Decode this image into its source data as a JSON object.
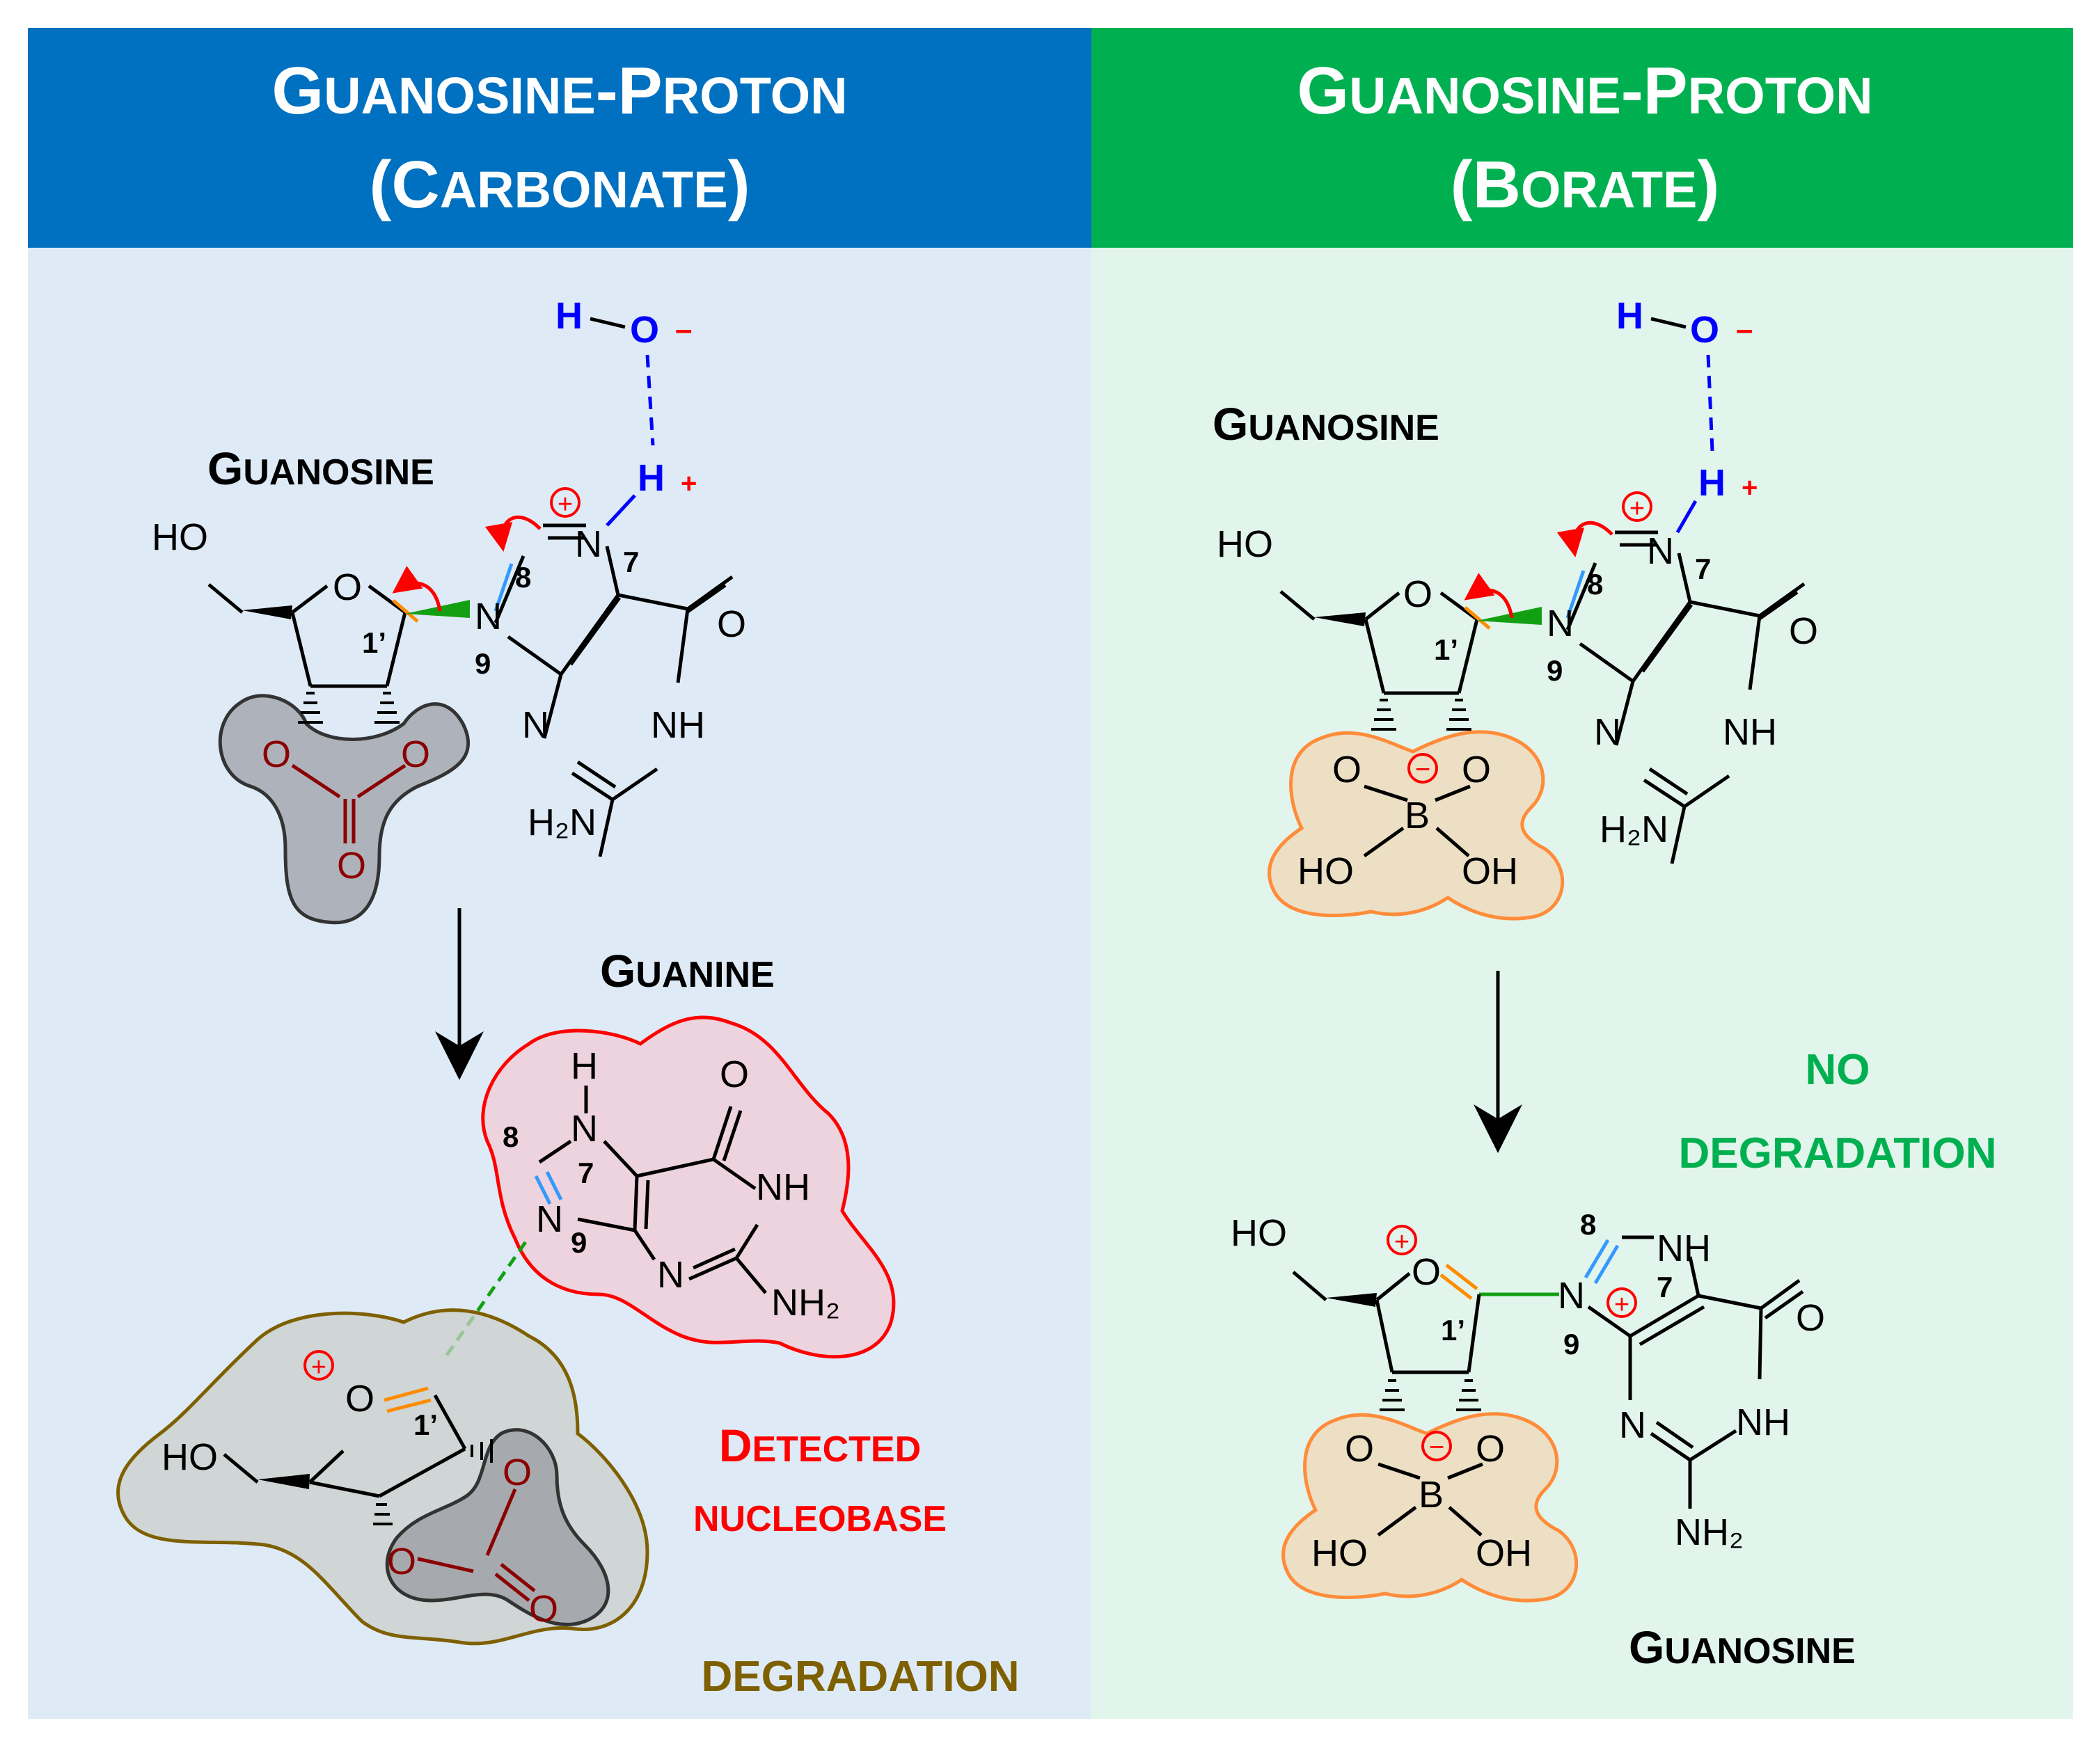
{
  "colors": {
    "left_header": "#0070c0",
    "right_header": "#00b050",
    "left_panel": "#deebf7",
    "right_panel": "#e2f5ec",
    "hydroxide": "#0000ff",
    "charge": "#ff0000",
    "carbonate": "#8b0000",
    "degradation": "#7f6000",
    "detected": "#ff0000",
    "no_degradation": "#00b050",
    "borate_outline": "#ff8c3a"
  },
  "left_header": {
    "line1_first": "G",
    "line1_rest": "UANOSINE",
    "line1_dash": "-",
    "line1_p": "P",
    "line1_rest2": "ROTON",
    "line2_open": "(",
    "line2_cap": "C",
    "line2_rest": "ARBONATE",
    "line2_close": ")"
  },
  "right_header": {
    "line1_first": "G",
    "line1_rest": "UANOSINE",
    "line1_dash": "-",
    "line1_p": "P",
    "line1_rest2": "ROTON",
    "line2_open": "(",
    "line2_cap": "B",
    "line2_rest": "ORATE",
    "line2_close": ")"
  },
  "left_panel": {
    "guanosine_cap": "G",
    "guanosine_rest": "UANOSINE",
    "guanine_cap": "G",
    "guanine_rest": "UANINE",
    "detected_cap": "D",
    "detected_rest": "ETECTED",
    "nucleobase": "NUCLEOBASE",
    "degradation": "DEGRADATION"
  },
  "right_panel": {
    "guanosine_cap": "G",
    "guanosine_rest": "UANOSINE",
    "no": "NO",
    "degradation": "DEGRADATION",
    "guanosine2_cap": "G",
    "guanosine2_rest": "UANOSINE"
  },
  "atoms": {
    "H": "H",
    "O": "O",
    "N": "N",
    "NH": "NH",
    "HO": "HO",
    "OH": "OH",
    "B": "B",
    "H2N": "H₂N",
    "NH2": "NH₂",
    "minus": "–",
    "plus": "+",
    "charge_plus": "+",
    "charge_minus": "−"
  },
  "positions": {
    "n7": "7",
    "n8": "8",
    "n9": "9",
    "c1": "1’"
  }
}
